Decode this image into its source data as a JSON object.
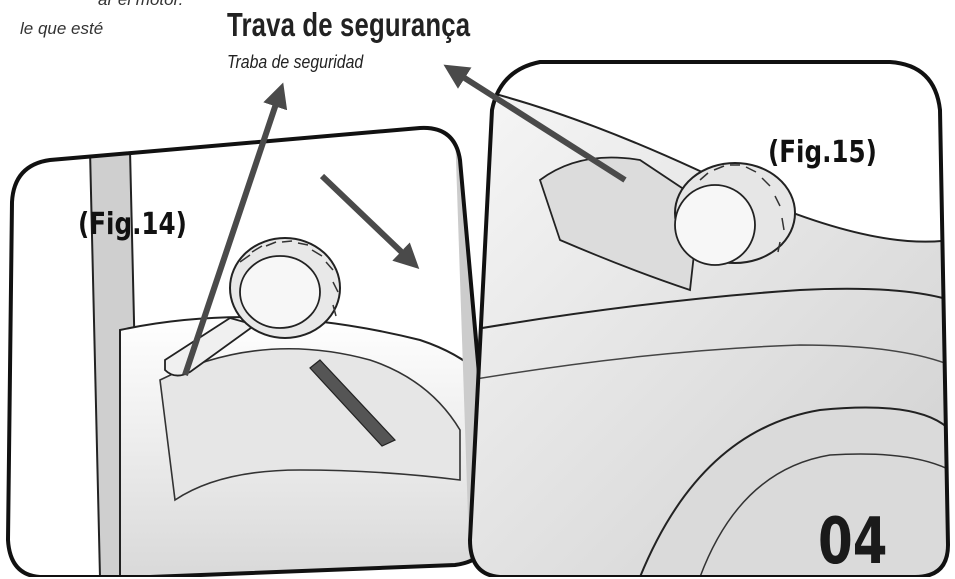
{
  "cropped_text": {
    "line1": "ar el motor.",
    "line2": "le que esté"
  },
  "heading": {
    "title": "Trava de segurança",
    "subtitle": "Traba de seguridad"
  },
  "figures": {
    "left_label": "(Fig.14)",
    "right_label": "(Fig.15)"
  },
  "page_number": "04",
  "colors": {
    "outline": "#111111",
    "arrow": "#4a4a4a",
    "body_fill": "#eeeeee",
    "shade": "#c8c8c8"
  }
}
